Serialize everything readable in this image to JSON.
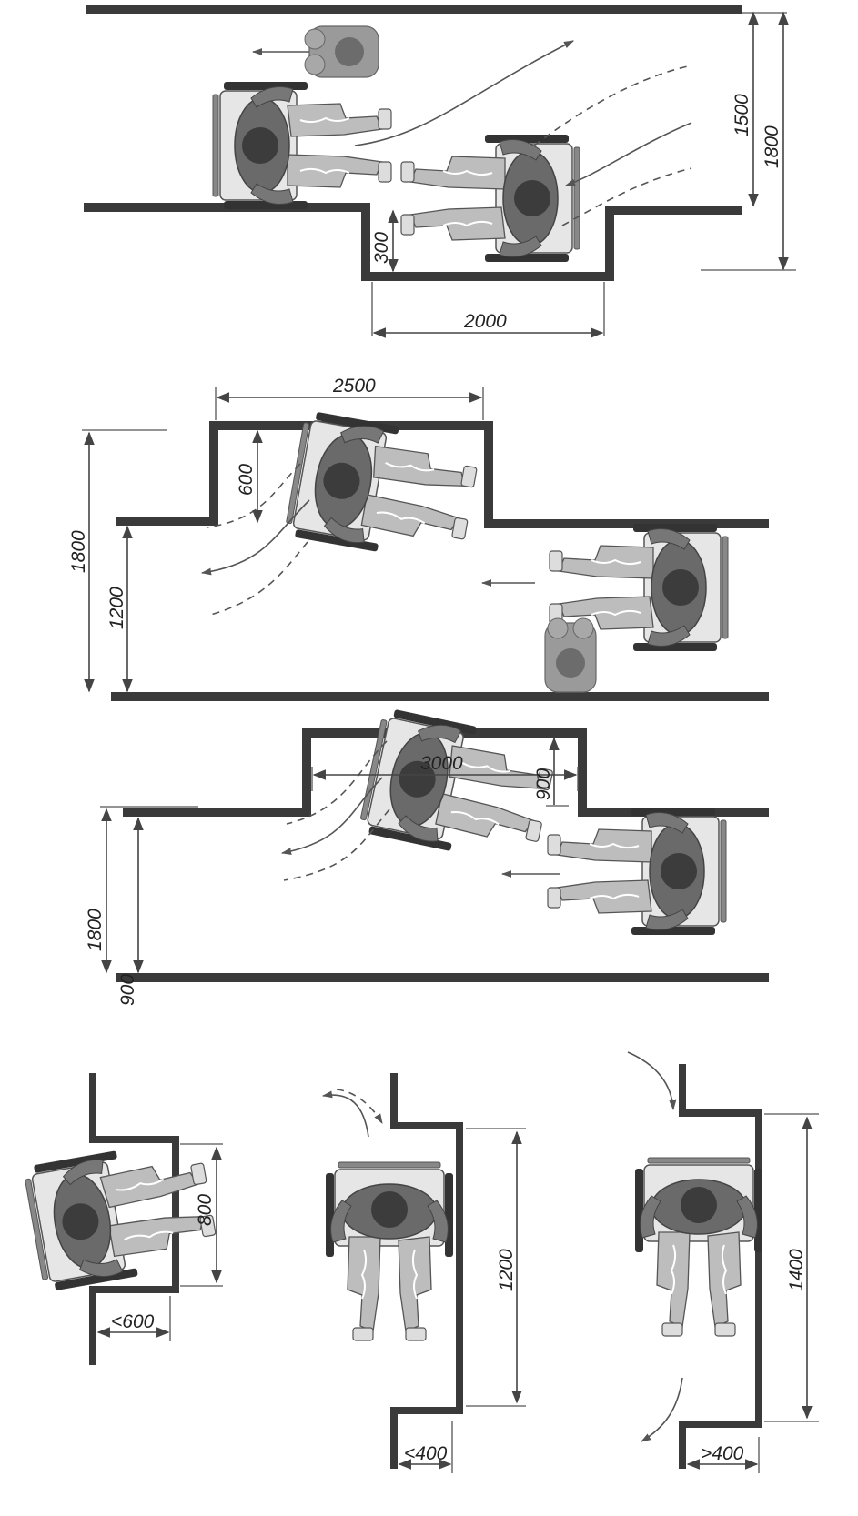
{
  "panels": [
    {
      "id": "panel-1",
      "dims": {
        "width_recess": "2000",
        "depth_recess": "300",
        "corridor": "1500",
        "total": "1800"
      }
    },
    {
      "id": "panel-2",
      "dims": {
        "width_recess": "2500",
        "depth_recess": "600",
        "corridor": "1200",
        "total": "1800"
      }
    },
    {
      "id": "panel-3",
      "dims": {
        "width_recess": "3000",
        "depth_recess": "900",
        "corridor": "900",
        "total": "1800"
      }
    },
    {
      "id": "panel-4a",
      "dims": {
        "depth": "800",
        "door": "<600"
      }
    },
    {
      "id": "panel-4b",
      "dims": {
        "depth": "1200",
        "door": "<400"
      }
    },
    {
      "id": "panel-4c",
      "dims": {
        "depth": "1400",
        "door": ">400"
      }
    }
  ],
  "colors": {
    "wall": "#3a3a3a",
    "figure_dark": "#555555",
    "figure_mid": "#8a8a8a",
    "figure_light": "#d4d4d4"
  }
}
